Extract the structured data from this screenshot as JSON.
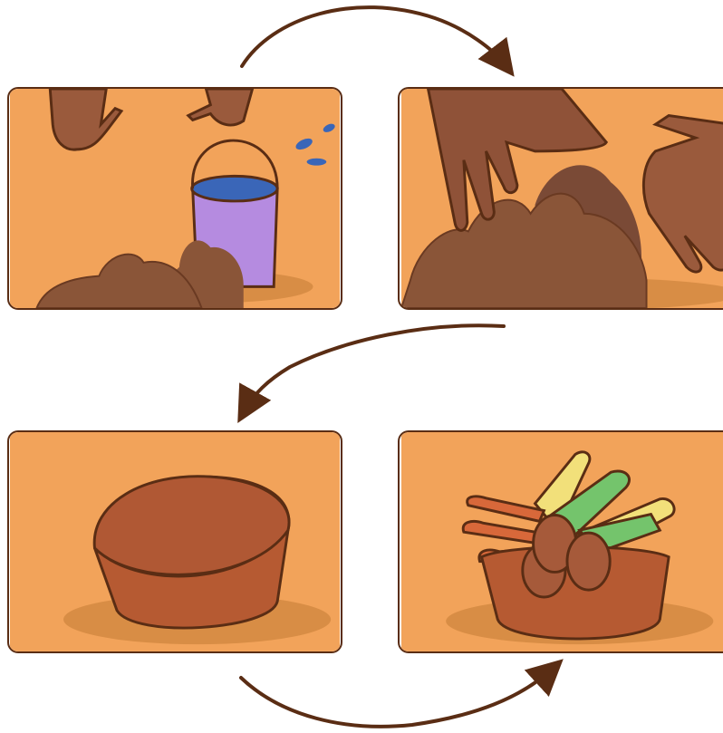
{
  "colors": {
    "background": "#ffffff",
    "panel_fill": "#f2a35a",
    "outline": "#5a2d14",
    "arrow": "#5a2d14",
    "soil": "#8a5538",
    "skin": "#9a5a3c",
    "bucket": "#b58be0",
    "water": "#3a66b8",
    "basket": "#b65a32",
    "corn": "#f2e07a",
    "husk": "#74c46c",
    "carrot": "#d8683a",
    "potato": "#a65a3a"
  },
  "steps": [
    {
      "scene": "hands-watering-plant-from-bucket"
    },
    {
      "scene": "hands-tending-soil-mound"
    },
    {
      "scene": "empty-basket"
    },
    {
      "scene": "basket-of-corn-carrots-potatoes"
    }
  ],
  "arrows": [
    {
      "from": "step-1",
      "to": "step-2",
      "icon": "curved-arrow-right"
    },
    {
      "from": "step-2",
      "to": "step-3",
      "icon": "curved-arrow-down-left"
    },
    {
      "from": "step-3",
      "to": "step-4",
      "icon": "curved-arrow-right"
    }
  ]
}
